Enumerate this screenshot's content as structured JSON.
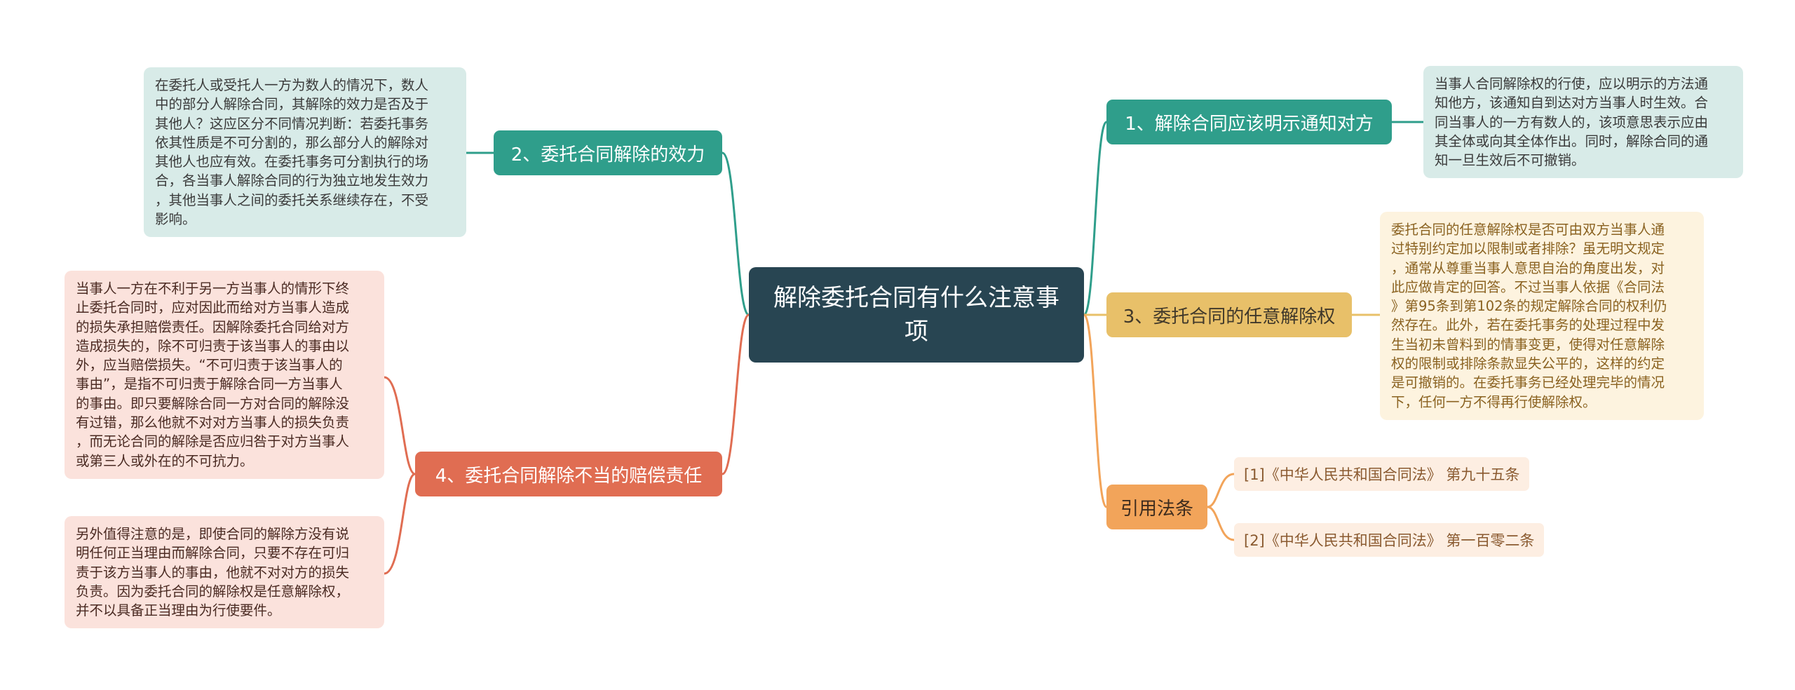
{
  "center": {
    "title": "解除委托合同有什么注意事项"
  },
  "branches": {
    "b1": {
      "label": "1、解除合同应该明示通知对方",
      "note": "当事人合同解除权的行使，应以明示的方法通\n知他方，该通知自到达对方当事人时生效。合\n同当事人的一方有数人的，该项意思表示应由\n其全体或向其全体作出。同时，解除合同的通\n知一旦生效后不可撤销。"
    },
    "b2": {
      "label": "2、委托合同解除的效力",
      "note": "在委托人或受托人一方为数人的情况下，数人\n中的部分人解除合同，其解除的效力是否及于\n其他人？这应区分不同情况判断：若委托事务\n依其性质是不可分割的，那么部分人的解除对\n其他人也应有效。在委托事务可分割执行的场\n合，各当事人解除合同的行为独立地发生效力\n，其他当事人之间的委托关系继续存在，不受\n影响。"
    },
    "b3": {
      "label": "3、委托合同的任意解除权",
      "note": "委托合同的任意解除权是否可由双方当事人通\n过特别约定加以限制或者排除？虽无明文规定\n，通常从尊重当事人意思自治的角度出发，对\n此应做肯定的回答。不过当事人依据《合同法\n》第95条到第102条的规定解除合同的权利仍\n然存在。此外，若在委托事务的处理过程中发\n生当初未曾料到的情事变更，使得对任意解除\n权的限制或排除条款显失公平的，这样的约定\n是可撤销的。在委托事务已经处理完毕的情况\n下，任何一方不得再行使解除权。"
    },
    "b4": {
      "label": "4、委托合同解除不当的赔偿责任",
      "note1": "当事人一方在不利于另一方当事人的情形下终\n止委托合同时，应对因此而给对方当事人造成\n的损失承担赔偿责任。因解除委托合同给对方\n造成损失的，除不可归责于该当事人的事由以\n外，应当赔偿损失。“不可归责于该当事人的\n事由”，是指不可归责于解除合同一方当事人\n的事由。即只要解除合同一方对合同的解除没\n有过错，那么他就不对对方当事人的损失负责\n，而无论合同的解除是否应归咎于对方当事人\n或第三人或外在的不可抗力。",
      "note2": "另外值得注意的是，即使合同的解除方没有说\n明任何正当理由而解除合同，只要不存在可归\n责于该方当事人的事由，他就不对对方的损失\n负责。因为委托合同的解除权是任意解除权，\n并不以具备正当理由为行使要件。"
    },
    "b5": {
      "label": "引用法条",
      "refs": [
        "[1]《中华人民共和国合同法》 第九十五条",
        "[2]《中华人民共和国合同法》 第一百零二条"
      ]
    }
  },
  "colors": {
    "teal": "#2f9e8b",
    "orange": "#e06d52",
    "yellow": "#e8c069",
    "peach": "#f2a45a",
    "center": "#284552"
  }
}
